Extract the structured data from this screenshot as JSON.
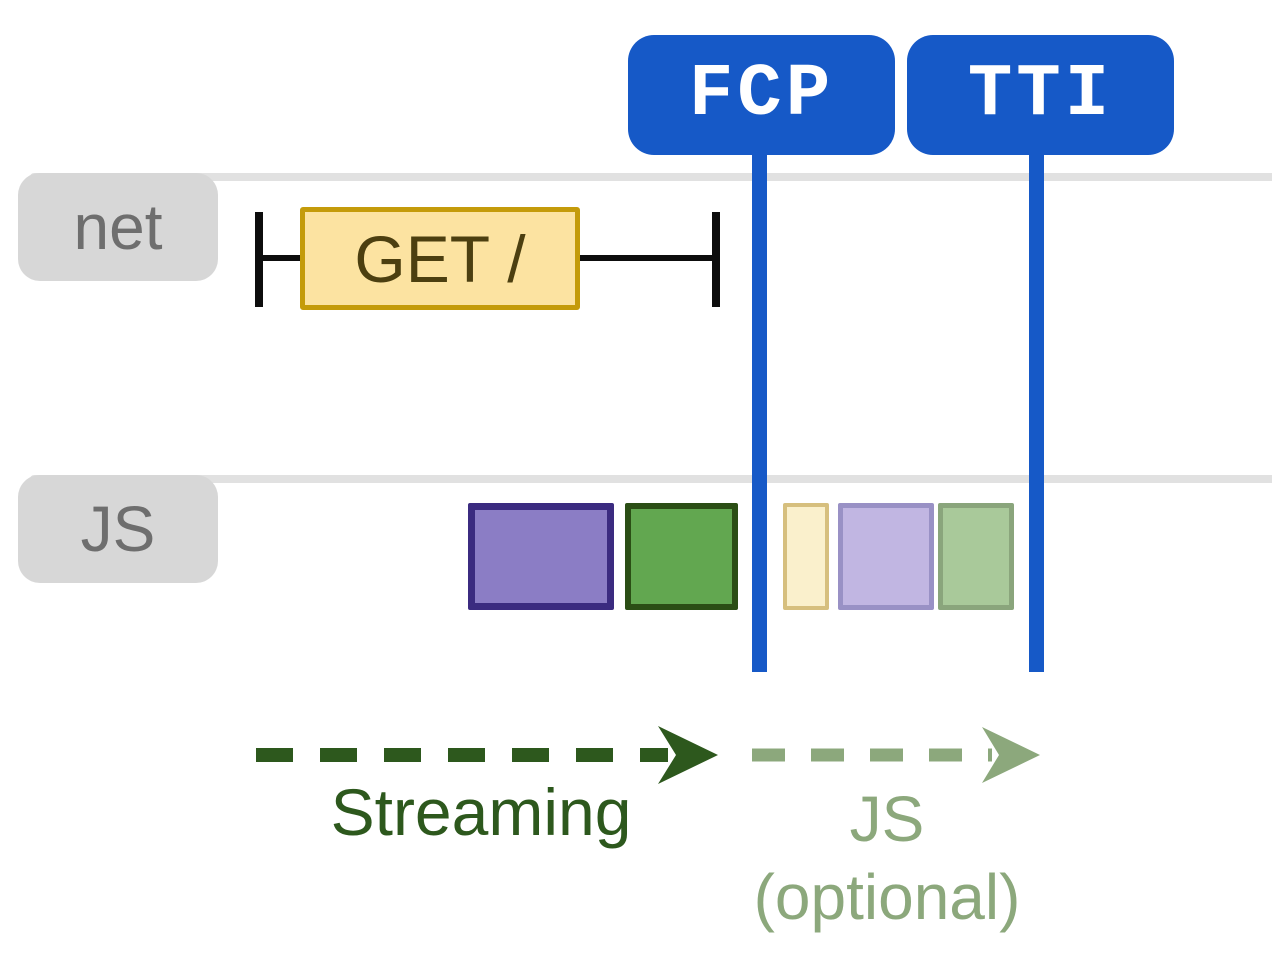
{
  "markers": [
    {
      "id": "fcp",
      "label": "FCP"
    },
    {
      "id": "tti",
      "label": "TTI"
    }
  ],
  "tracks": [
    {
      "id": "net",
      "label": "net"
    },
    {
      "id": "js",
      "label": "JS"
    }
  ],
  "network": {
    "request_label": "GET /"
  },
  "js_tasks": [
    {
      "name": "task-purple",
      "style": "solid"
    },
    {
      "name": "task-green",
      "style": "solid"
    },
    {
      "name": "task-yellow-faded",
      "style": "faded"
    },
    {
      "name": "task-purple-faded",
      "style": "faded"
    },
    {
      "name": "task-green-faded",
      "style": "faded"
    }
  ],
  "legend": {
    "streaming_label": "Streaming",
    "js_label": "JS",
    "js_optional_label": "(optional)"
  },
  "colors": {
    "blue": "#1659c7",
    "track-line": "#e1e1e1",
    "label-bg": "#d7d7d7",
    "label-text": "#6e6e6e",
    "whisker-black": "#0d0d0d",
    "request-fill": "#fce3a1",
    "request-border": "#c49b0a",
    "request-text": "#4c3f10",
    "task-purple-fill": "#8b7dc5",
    "task-purple-border": "#3b2b80",
    "task-green-fill": "#62a750",
    "task-green-border": "#2b4e15",
    "task-faded-yellow-fill": "#faf0cc",
    "task-faded-yellow-border": "#d6bf7e",
    "task-faded-purple-fill": "#c1b6e2",
    "task-faded-purple-border": "#9991c5",
    "task-faded-green-fill": "#a9c99a",
    "task-faded-green-border": "#8aa57c",
    "streaming-green": "#2d581d",
    "optional-green": "#8ca87c"
  }
}
